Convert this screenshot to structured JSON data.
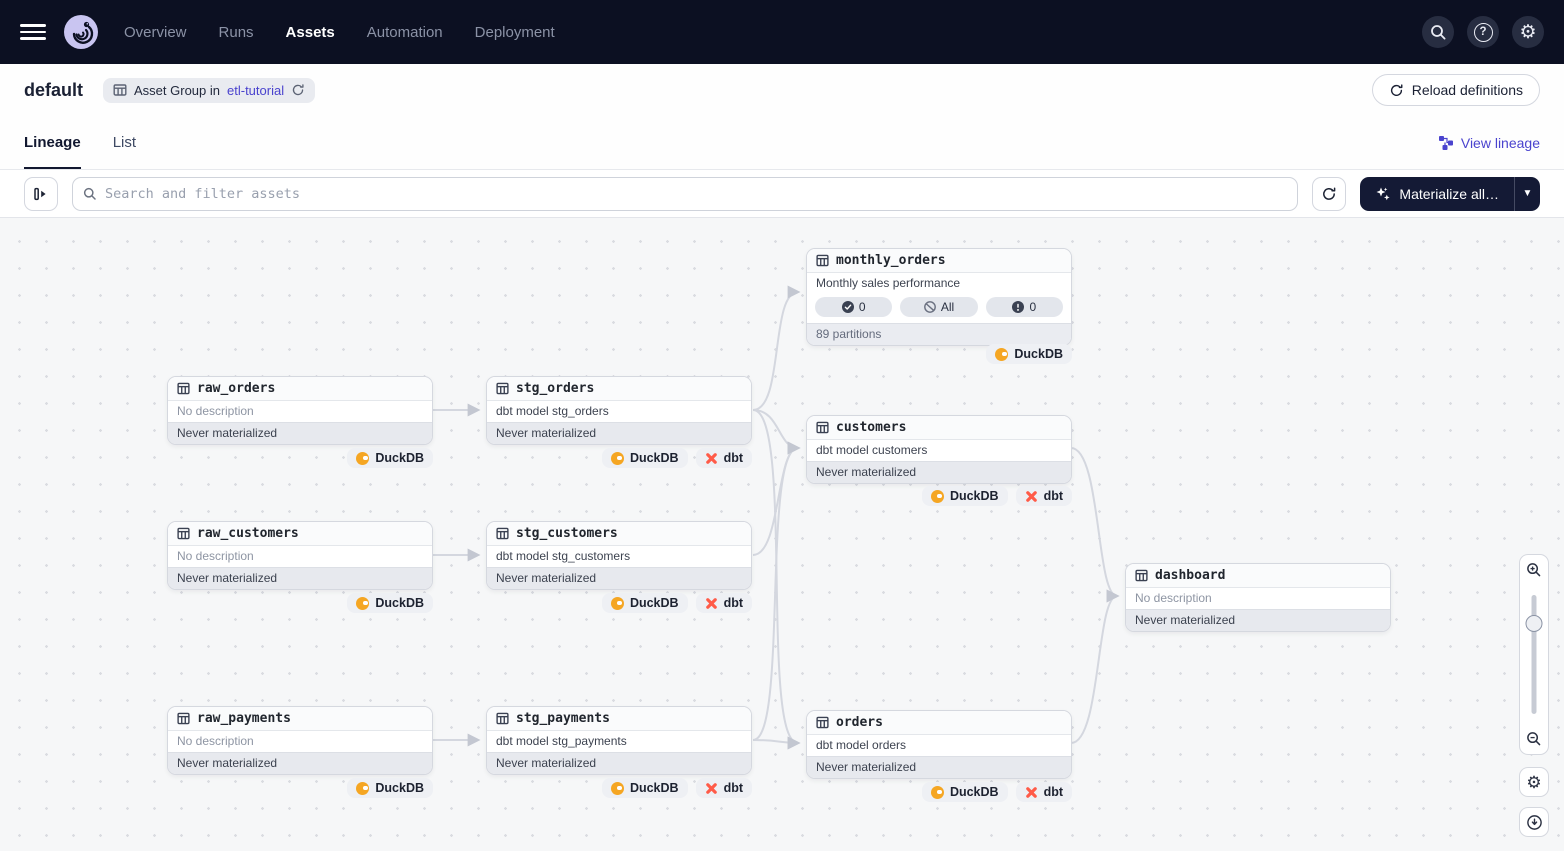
{
  "colors": {
    "nav_bg": "#0c1022",
    "accent_link": "#4a43ce",
    "duckdb_orange": "#f5a623",
    "dbt_orange": "#ff5b48",
    "dark_button": "#141a35"
  },
  "topnav": {
    "items": [
      {
        "label": "Overview"
      },
      {
        "label": "Runs"
      },
      {
        "label": "Assets"
      },
      {
        "label": "Automation"
      },
      {
        "label": "Deployment"
      }
    ]
  },
  "header": {
    "title": "default",
    "badge_label": "Asset Group in",
    "badge_link": "etl-tutorial",
    "reload_button": "Reload definitions"
  },
  "tabs": {
    "lineage": "Lineage",
    "list": "List",
    "view_lineage": "View lineage"
  },
  "toolbar": {
    "search_placeholder": "Search and filter assets",
    "materialize": "Materialize all…"
  },
  "graph": {
    "nodes": {
      "monthly_orders": {
        "name": "monthly_orders",
        "description": "Monthly sales performance",
        "pills": [
          {
            "icon": "check-circle",
            "label": "0"
          },
          {
            "icon": "slash-circle",
            "label": "All"
          },
          {
            "icon": "error-circle",
            "label": "0"
          }
        ],
        "footer": "89 partitions",
        "badges": [
          "DuckDB"
        ]
      },
      "raw_orders": {
        "name": "raw_orders",
        "description": "No description",
        "footer": "Never materialized",
        "badges": [
          "DuckDB"
        ]
      },
      "stg_orders": {
        "name": "stg_orders",
        "description": "dbt model stg_orders",
        "footer": "Never materialized",
        "badges": [
          "DuckDB",
          "dbt"
        ]
      },
      "customers": {
        "name": "customers",
        "description": "dbt model customers",
        "footer": "Never materialized",
        "badges": [
          "DuckDB",
          "dbt"
        ]
      },
      "raw_customers": {
        "name": "raw_customers",
        "description": "No description",
        "footer": "Never materialized",
        "badges": [
          "DuckDB"
        ]
      },
      "stg_customers": {
        "name": "stg_customers",
        "description": "dbt model stg_customers",
        "footer": "Never materialized",
        "badges": [
          "DuckDB",
          "dbt"
        ]
      },
      "dashboard": {
        "name": "dashboard",
        "description": "No description",
        "footer": "Never materialized",
        "badges": []
      },
      "raw_payments": {
        "name": "raw_payments",
        "description": "No description",
        "footer": "Never materialized",
        "badges": [
          "DuckDB"
        ]
      },
      "stg_payments": {
        "name": "stg_payments",
        "description": "dbt model stg_payments",
        "footer": "Never materialized",
        "badges": [
          "DuckDB",
          "dbt"
        ]
      },
      "orders": {
        "name": "orders",
        "description": "dbt model orders",
        "footer": "Never materialized",
        "badges": [
          "DuckDB",
          "dbt"
        ]
      }
    }
  }
}
